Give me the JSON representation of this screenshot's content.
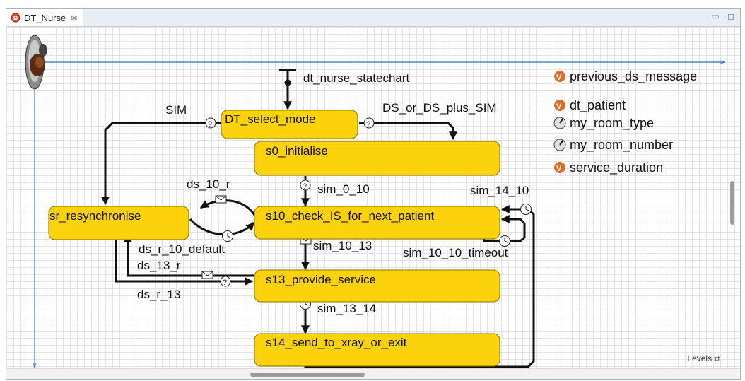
{
  "tab": {
    "label": "DT_Nurse",
    "close_glyph": "⊠",
    "icon": "agent-type-icon"
  },
  "window_controls": {
    "minimize": "▭",
    "maximize": "◻"
  },
  "statechart_entry": "dt_nurse_statechart",
  "states": {
    "dt_select_mode": "DT_select_mode",
    "s0_initialise": "s0_initialise",
    "sr_resynchronise": "sr_resynchronise",
    "s10": "s10_check_IS_for_next_patient",
    "s13": "s13_provide_service",
    "s14": "s14_send_to_xray_or_exit"
  },
  "transitions": {
    "sim": "SIM",
    "ds_or_ds_plus_sim": "DS_or_DS_plus_SIM",
    "ds_10_r": "ds_10_r",
    "sim_0_10": "sim_0_10",
    "sim_14_10": "sim_14_10",
    "ds_r_10_default": "ds_r_10_default",
    "sim_10_13": "sim_10_13",
    "sim_10_10_timeout": "sim_10_10_timeout",
    "ds_13_r": "ds_13_r",
    "ds_r_13": "ds_r_13",
    "sim_13_14": "sim_13_14"
  },
  "variables": [
    {
      "kind": "variable",
      "name": "previous_ds_message"
    },
    {
      "kind": "variable",
      "name": "dt_patient"
    },
    {
      "kind": "parameter",
      "name": "my_room_type"
    },
    {
      "kind": "parameter",
      "name": "my_room_number"
    },
    {
      "kind": "variable",
      "name": "service_duration"
    }
  ],
  "levels_label": "Levels",
  "colors": {
    "state_fill": "#fcd20c",
    "variable_icon": "#d9702c",
    "axis": "#3c79c8"
  }
}
